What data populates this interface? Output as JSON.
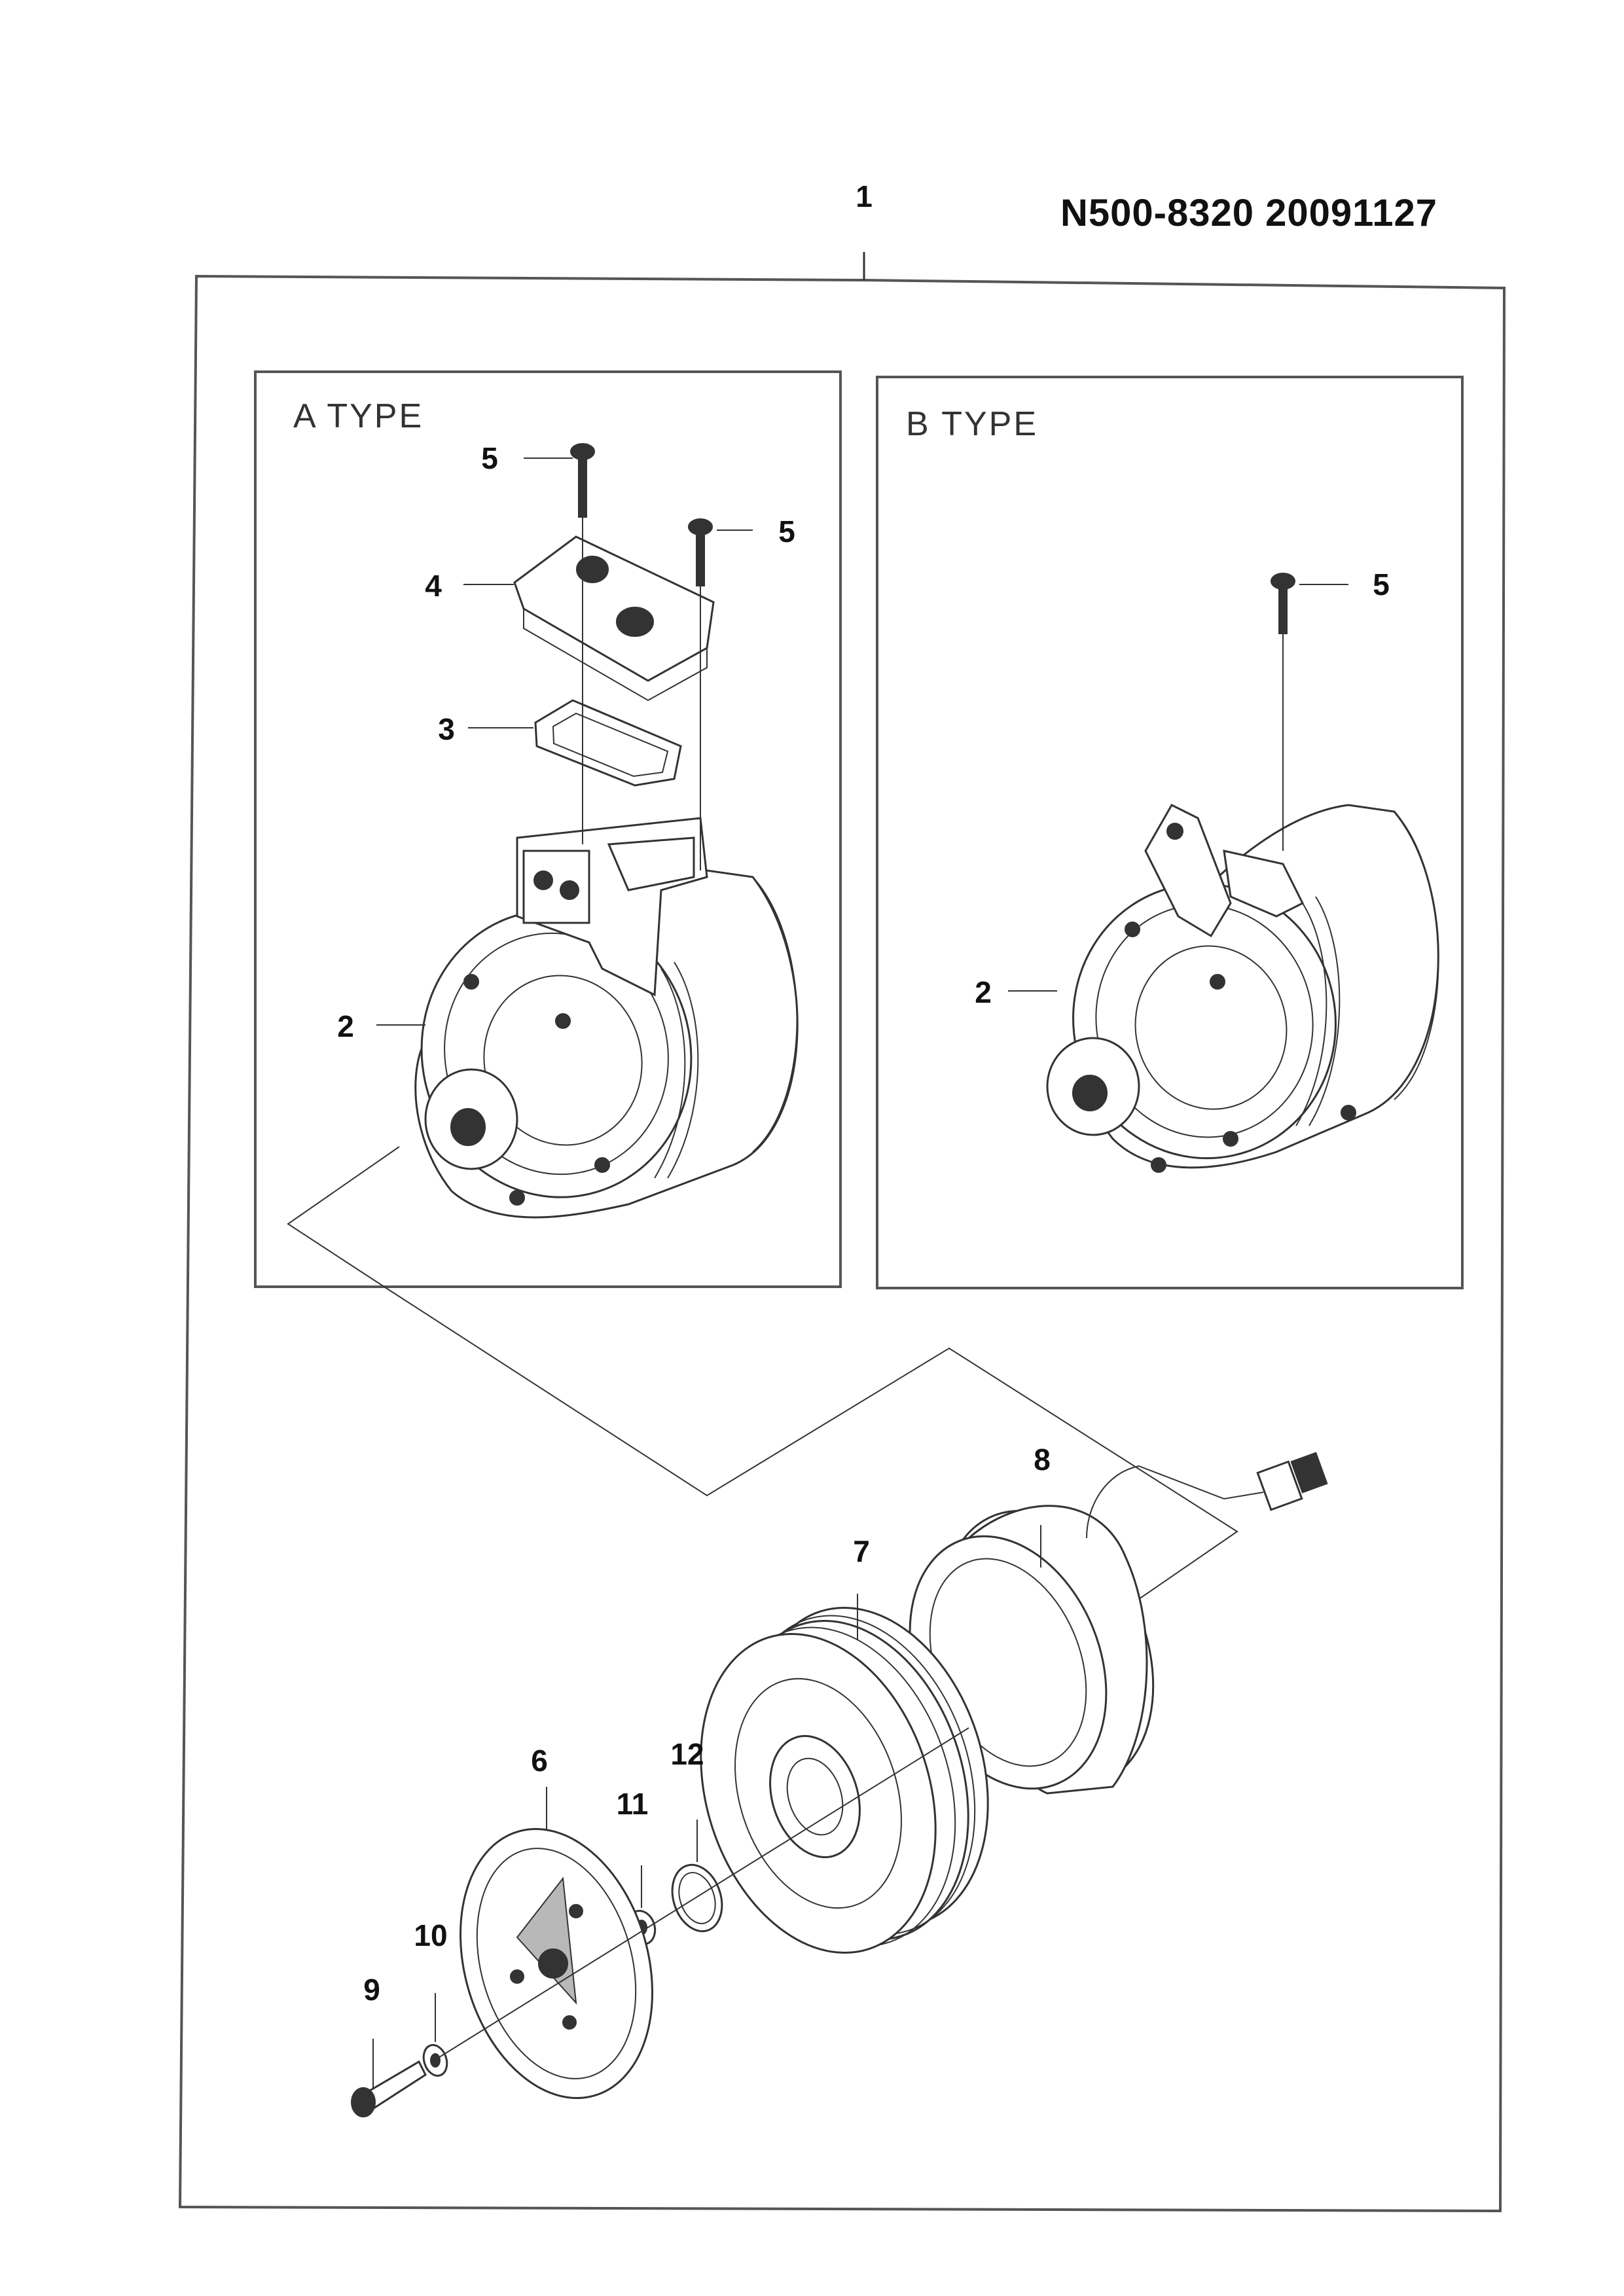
{
  "header": {
    "document_code": "N500-8320  20091127"
  },
  "panels": {
    "a_type": {
      "title": "A TYPE"
    },
    "b_type": {
      "title": "B TYPE"
    }
  },
  "callouts": {
    "c1": "1",
    "c2a": "2",
    "c2b": "2",
    "c3": "3",
    "c4": "4",
    "c5a_left": "5",
    "c5a_right": "5",
    "c5b": "5",
    "c6": "6",
    "c7": "7",
    "c8": "8",
    "c9": "9",
    "c10": "10",
    "c11": "11",
    "c12": "12"
  },
  "parts": [
    {
      "label": "1",
      "icon": "assembly-outline"
    },
    {
      "label": "2",
      "icon": "compressor-body"
    },
    {
      "label": "3",
      "icon": "gasket"
    },
    {
      "label": "4",
      "icon": "cover-plate"
    },
    {
      "label": "5",
      "icon": "bolt"
    },
    {
      "label": "6",
      "icon": "clutch-plate"
    },
    {
      "label": "7",
      "icon": "pulley"
    },
    {
      "label": "8",
      "icon": "field-coil"
    },
    {
      "label": "9",
      "icon": "bolt"
    },
    {
      "label": "10",
      "icon": "washer"
    },
    {
      "label": "11",
      "icon": "nut"
    },
    {
      "label": "12",
      "icon": "snap-ring"
    }
  ]
}
